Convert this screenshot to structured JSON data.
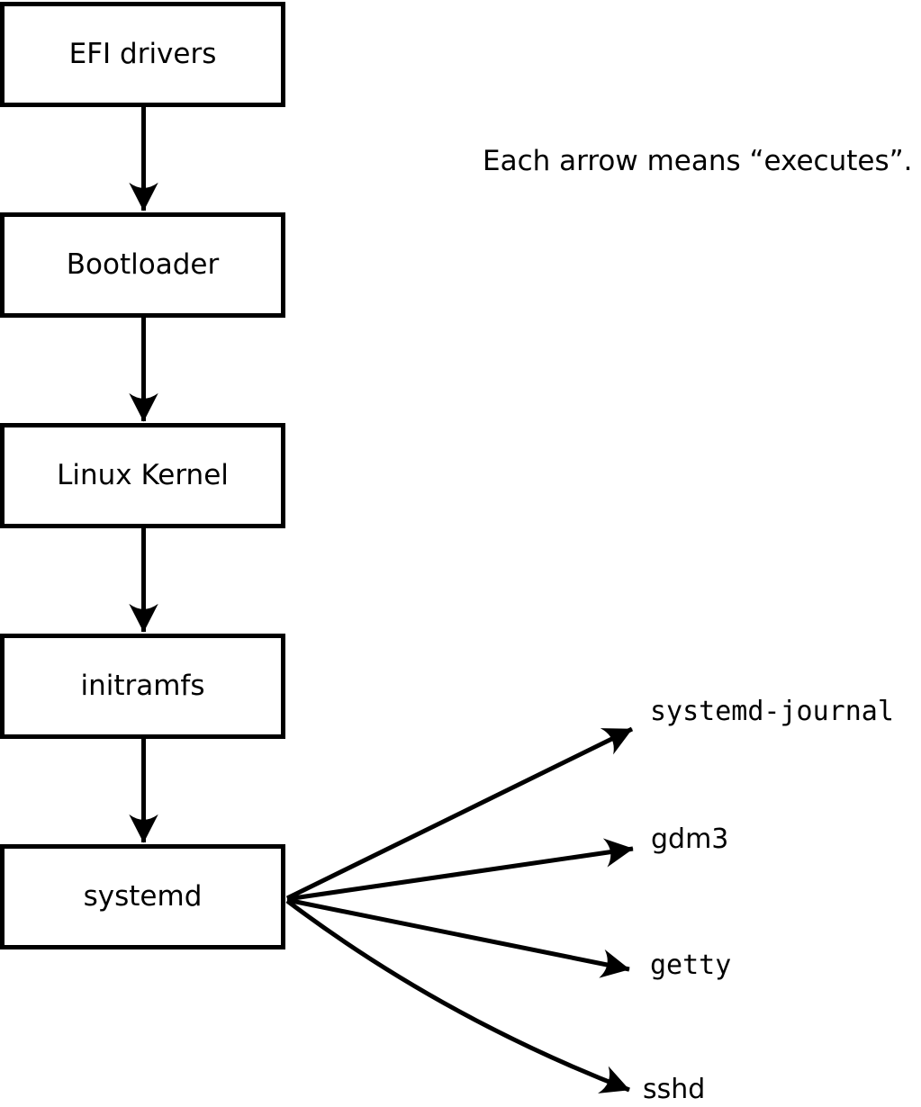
{
  "diagram": {
    "annotation": "Each arrow means “executes”.",
    "boxes": [
      {
        "id": "efi-drivers",
        "label": "EFI drivers"
      },
      {
        "id": "bootloader",
        "label": "Bootloader"
      },
      {
        "id": "linux-kernel",
        "label": "Linux Kernel"
      },
      {
        "id": "initramfs",
        "label": "initramfs"
      },
      {
        "id": "systemd",
        "label": "systemd"
      }
    ],
    "targets": [
      {
        "id": "systemd-journal",
        "label": "systemd-journal"
      },
      {
        "id": "gdm3",
        "label": "gdm3"
      },
      {
        "id": "getty",
        "label": "getty"
      },
      {
        "id": "sshd",
        "label": "sshd"
      }
    ],
    "colors": {
      "stroke": "#000000",
      "background": "#ffffff"
    }
  }
}
